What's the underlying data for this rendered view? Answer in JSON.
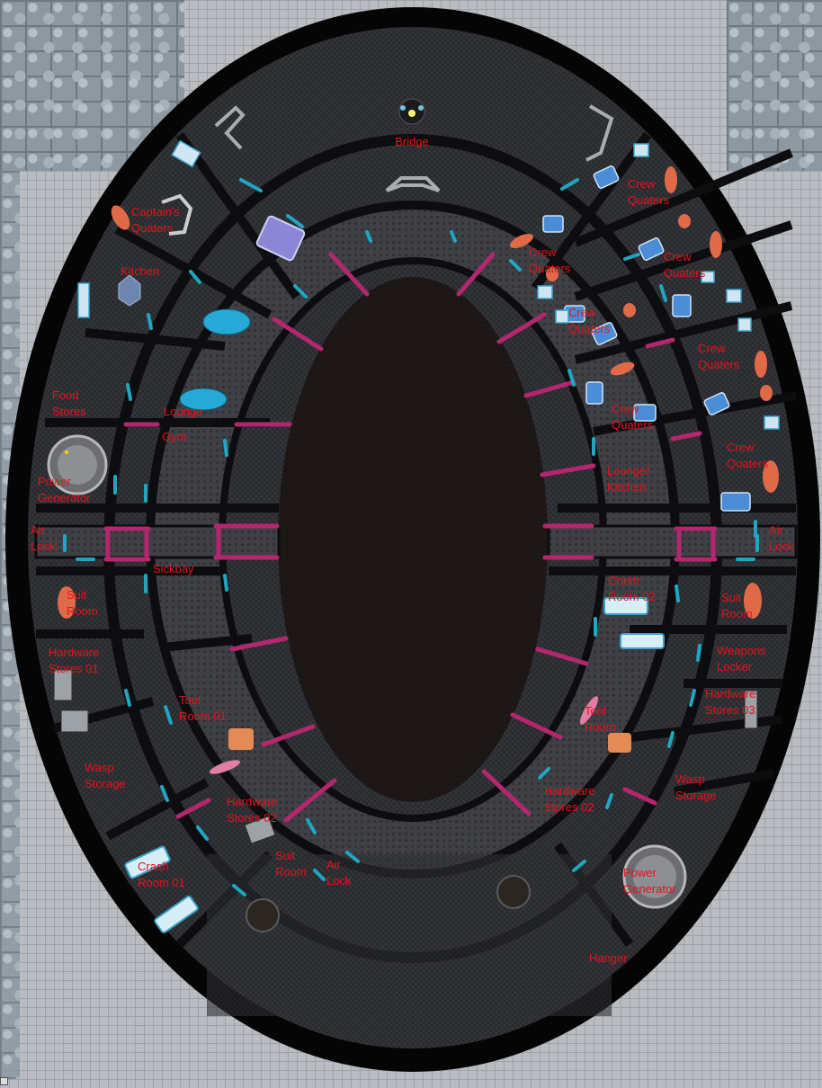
{
  "map": {
    "labels": {
      "bridge": [
        "Bridge"
      ],
      "captains_quaters": [
        "Captain's",
        "Quaters"
      ],
      "kitchen": [
        "Kitchen"
      ],
      "food_stores": [
        "Food",
        "Stores"
      ],
      "lounge": [
        "Lounge"
      ],
      "gym": [
        "Gym"
      ],
      "power_generator_port": [
        "Power",
        "Generator"
      ],
      "air_lock_port": [
        "Air",
        "Lock"
      ],
      "sickbay": [
        "Sickbay"
      ],
      "suit_room_port": [
        "Suit",
        "Room"
      ],
      "hardware_stores_01": [
        "Hardware",
        "Stores 01"
      ],
      "tool_room_01": [
        "Tool",
        "Room 01"
      ],
      "wasp_storage_port": [
        "Wasp",
        "Storage"
      ],
      "hardware_stores_02_port": [
        "Hardware",
        "Stores 02"
      ],
      "suit_room_aft": [
        "Suit",
        "Room"
      ],
      "air_lock_aft": [
        "Air",
        "Lock"
      ],
      "crash_room_01": [
        "Crash",
        "Room 01"
      ],
      "crew_quaters_1": [
        "Crew",
        "Quaters"
      ],
      "crew_quaters_2": [
        "Crew",
        "Quaters"
      ],
      "crew_quaters_3": [
        "Crew",
        "Quaters"
      ],
      "crew_quaters_4": [
        "Crew",
        "Quaters"
      ],
      "crew_quaters_5": [
        "Crew",
        "Quaters"
      ],
      "crew_quaters_6": [
        "Crew",
        "Quaters"
      ],
      "crew_quaters_7": [
        "Crew",
        "Quaters"
      ],
      "lounge_kitchen": [
        "Lounge/",
        "Kitchen"
      ],
      "air_lock_starboard": [
        "Air",
        "Lock"
      ],
      "crash_room_02": [
        "Crash",
        "Room 02"
      ],
      "suit_room_starboard": [
        "Suit",
        "Room"
      ],
      "weapons_locker": [
        "Weapons",
        "Locker"
      ],
      "hardware_stores_03": [
        "Hardware",
        "Stores 03"
      ],
      "tool_room": [
        "Tool",
        "Room"
      ],
      "wasp_storage_starboard": [
        "Wasp",
        "Storage"
      ],
      "hardware_stores_02_starboard": [
        "Hardware",
        "Stores 02"
      ],
      "power_generator_starboard": [
        "Power",
        "Generator"
      ],
      "hanger": [
        "Hanger"
      ]
    },
    "colors": {
      "hull": "#050505",
      "deck": "#2b2c30",
      "corridor": "#3b3c40",
      "core": "#1c1716",
      "wall": "#0d0d0f",
      "door": "#1ea6c2",
      "pink_door": "#b4266e",
      "label": "#e3131b",
      "background_grid": "#b9bcc0"
    }
  }
}
